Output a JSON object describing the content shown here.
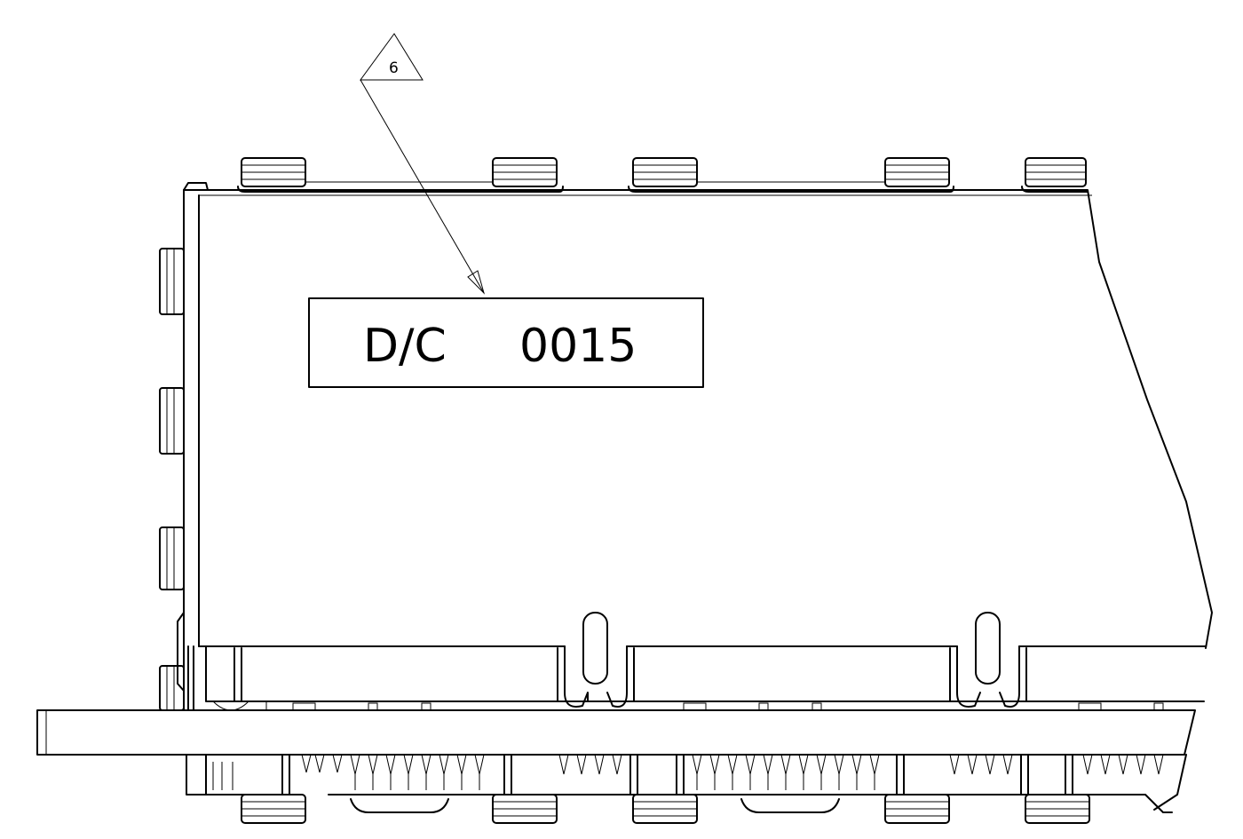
{
  "drawing": {
    "marking_text": "D/C",
    "marking_code": "0015",
    "callout_number": "6"
  }
}
